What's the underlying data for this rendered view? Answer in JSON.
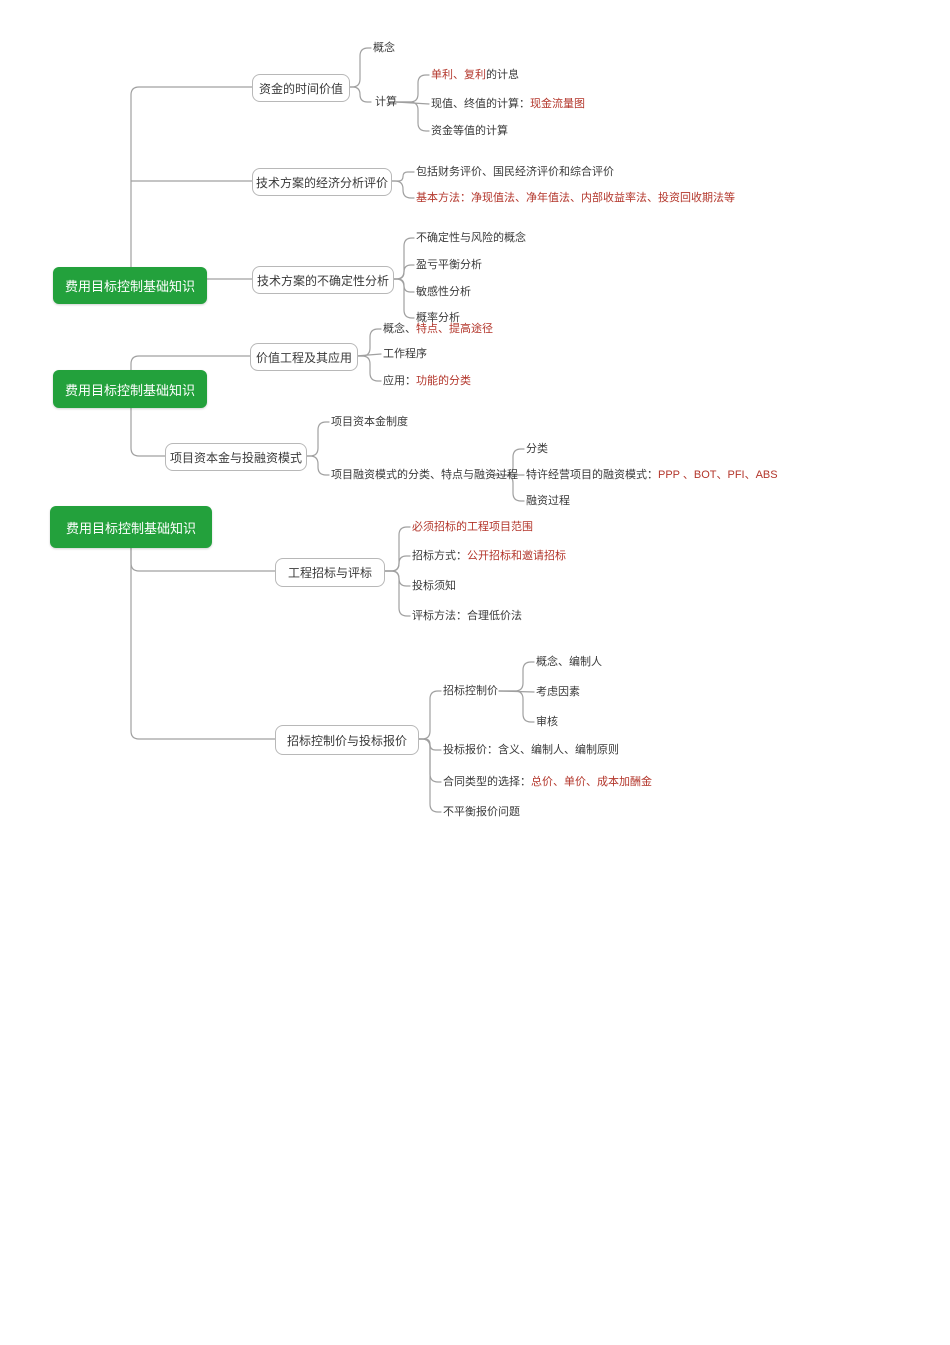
{
  "colors": {
    "root_bg": "#23a13c",
    "root_text": "#ffffff",
    "accent_red": "#b3362b",
    "body_text": "#3a3a3a",
    "line": "#a0a0a0",
    "node_border": "#b8b8b8",
    "node_bg": "#ffffff"
  },
  "map": {
    "r1": {
      "label": "费用目标控制基础知识",
      "t1": {
        "label": "资金的时间价值",
        "c1": {
          "label": "概念"
        },
        "c2": {
          "label": "计算",
          "l1": {
            "red": "单利、复利",
            "black": "的计息"
          },
          "l2": {
            "black": "现值、终值的计算：",
            "red": "现金流量图"
          },
          "l3": {
            "black": "资金等值的计算"
          }
        }
      },
      "t2": {
        "label": "技术方案的经济分析评价",
        "l1": {
          "black": "包括财务评价、国民经济评价和综合评价"
        },
        "l2": {
          "red": "基本方法：净现值法、净年值法、内部收益率法、投资回收期法等"
        }
      },
      "t3": {
        "label": "技术方案的不确定性分析",
        "l1": {
          "black": "不确定性与风险的概念"
        },
        "l2": {
          "black": "盈亏平衡分析"
        },
        "l3": {
          "black": "敏感性分析"
        },
        "l4": {
          "black": "概率分析"
        }
      }
    },
    "r2": {
      "label": "费用目标控制基础知识",
      "t1": {
        "label": "价值工程及其应用",
        "l1": {
          "black": "概念、",
          "red": "特点、提高途径"
        },
        "l2": {
          "black": "工作程序"
        },
        "l3": {
          "black": "应用：",
          "red": "功能的分类"
        }
      },
      "t2": {
        "label": "项目资本金与投融资模式",
        "c1": {
          "label": "项目资本金制度"
        },
        "c2": {
          "label": "项目融资模式的分类、特点与融资过程",
          "l1": {
            "black": "分类"
          },
          "l2": {
            "black": "特许经营项目的融资模式：",
            "red": "PPP 、BOT、PFI、ABS"
          },
          "l3": {
            "black": "融资过程"
          }
        }
      }
    },
    "r3": {
      "label": "费用目标控制基础知识",
      "t1": {
        "label": "工程招标与评标",
        "l1": {
          "red": "必须招标的工程项目范围"
        },
        "l2": {
          "black": "招标方式：",
          "red": "公开招标和邀请招标"
        },
        "l3": {
          "black": "投标须知"
        },
        "l4": {
          "black": "评标方法：合理低价法"
        }
      },
      "t2": {
        "label": "招标控制价与投标报价",
        "c1": {
          "label": "招标控制价",
          "l1": {
            "black": "概念、编制人"
          },
          "l2": {
            "black": "考虑因素"
          },
          "l3": {
            "black": "审核"
          }
        },
        "l2": {
          "black": "投标报价：含义、编制人、编制原则"
        },
        "l3": {
          "black": "合同类型的选择：",
          "red": "总价、单价、成本加酬金"
        },
        "l4": {
          "black": "不平衡报价问题"
        }
      }
    }
  }
}
